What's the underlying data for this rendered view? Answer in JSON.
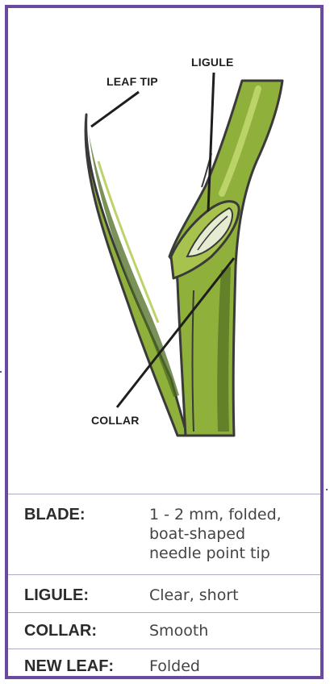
{
  "callouts": {
    "leaf_tip": "LEAF TIP",
    "ligule": "LIGULE",
    "collar": "COLLAR"
  },
  "attributes": [
    {
      "key": "BLADE:",
      "value": "1 - 2 mm, folded,\nboat-shaped\nneedle point tip"
    },
    {
      "key": "LIGULE:",
      "value": "Clear, short"
    },
    {
      "key": "COLLAR:",
      "value": "Smooth"
    },
    {
      "key": "NEW LEAF:",
      "value": "Folded"
    }
  ],
  "colors": {
    "frame": "#6a4a9e",
    "leaf_green": "#8fb03a",
    "leaf_light": "#bcd36a",
    "leaf_dark": "#4e6e22",
    "outline": "#3a3a3a"
  }
}
